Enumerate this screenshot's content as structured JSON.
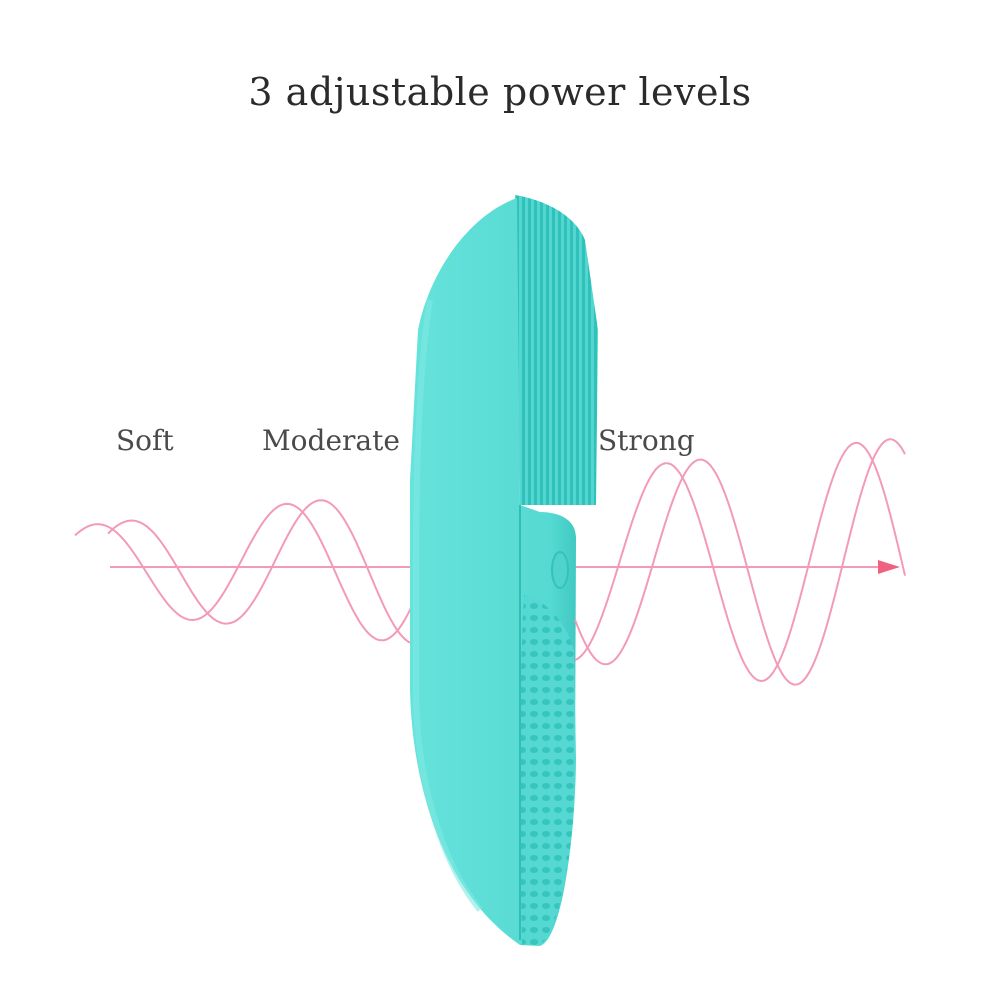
{
  "headline": "3 adjustable power levels",
  "levels": [
    {
      "label": "Soft"
    },
    {
      "label": "Moderate"
    },
    {
      "label": "Strong"
    }
  ],
  "colors": {
    "wave": "#f39ab8",
    "arrow": "#f2607f",
    "device": "#5cded6",
    "device_shadow": "#36c4be",
    "bristles": "#3ecfc8"
  }
}
